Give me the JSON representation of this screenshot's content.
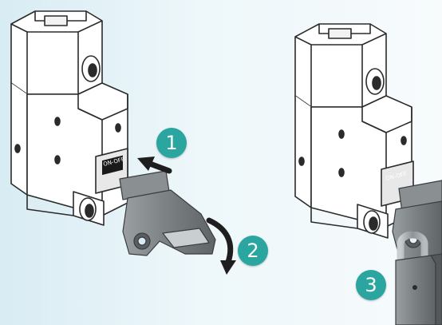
{
  "colors": {
    "badge": "#2aa5a0",
    "background_left": "#d8ecf3",
    "background_right": "#f7fbfc",
    "breaker_body": "#ffffff",
    "breaker_outline": "#2b2b2b",
    "lock_device": "#7a7f82",
    "arrow": "#1e1e1e"
  },
  "steps": [
    {
      "number": "1"
    },
    {
      "number": "2"
    },
    {
      "number": "3"
    }
  ],
  "breaker_left": {
    "switch_label": "ON-OFF"
  },
  "breaker_right": {
    "switch_label": "ON-OFF"
  },
  "icons": {
    "push_arrow": "push-arrow-icon",
    "rotate_arrow": "rotate-arrow-icon",
    "padlock": "padlock-icon"
  }
}
